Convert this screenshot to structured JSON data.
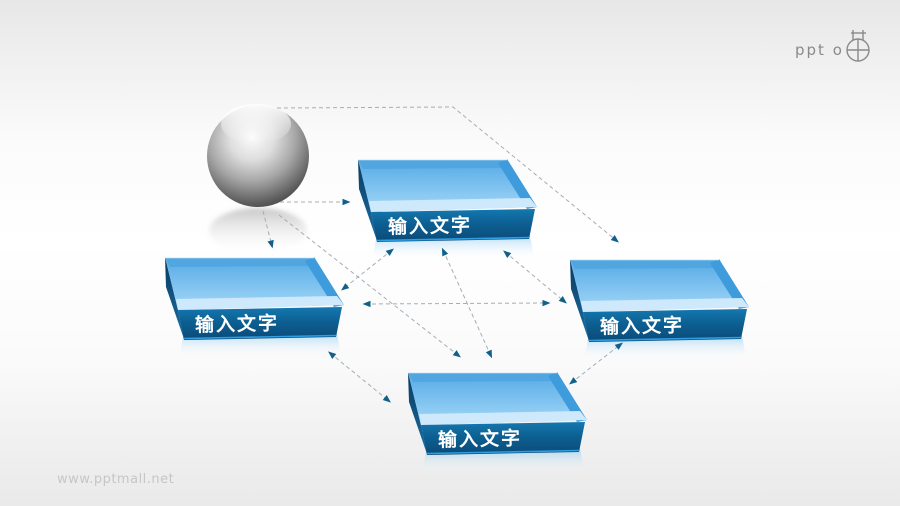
{
  "page": {
    "logo": {
      "text": "ppt o",
      "icon": "compass-circle-logo-icon"
    },
    "watermark": {
      "text": "www.pptmall.net"
    },
    "diagram": {
      "sphere": "glossy-gray-sphere",
      "boxes": [
        {
          "position": "top",
          "label": "输入文字"
        },
        {
          "position": "left",
          "label": "输入文字"
        },
        {
          "position": "right",
          "label": "输入文字"
        },
        {
          "position": "bottom",
          "label": "输入文字"
        }
      ],
      "connector_style": "dashed-gray-with-dark-blue-arrowheads"
    },
    "colors": {
      "box_front_top": "#1478b0",
      "box_front_bottom": "#0a4a78",
      "box_top_face": "#8ccaf2",
      "box_lip": "#cde9fb",
      "box_right_wall": "#3e9bdc",
      "arrow_line": "#a3aeb6",
      "arrowhead": "#11608a",
      "background_top": "#e7e7e7",
      "background_bottom": "#eaeaea",
      "watermark_text": "#c6c6c6",
      "logo_gray": "#8a8a8a"
    }
  }
}
